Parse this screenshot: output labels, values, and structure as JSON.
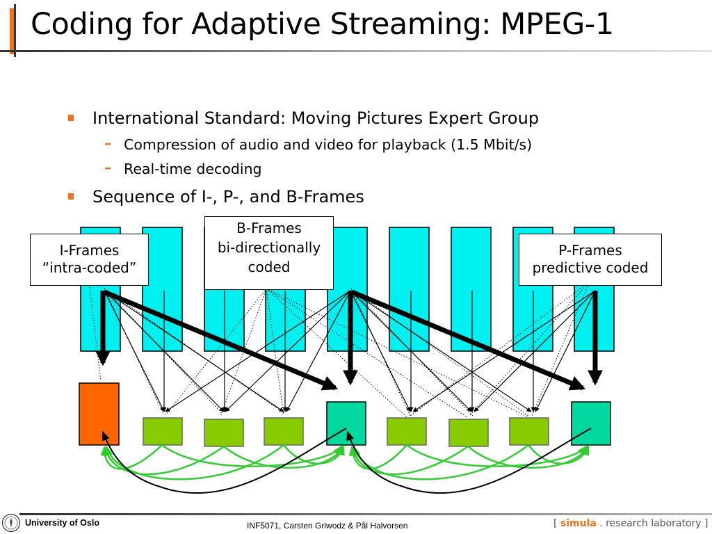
{
  "slide": {
    "title": "Coding for Adaptive Streaming: MPEG-1",
    "bullets": [
      {
        "text": "International Standard: Moving Pictures Expert Group",
        "sub": [
          "Compression of audio and video for playback (1.5 Mbit/s)",
          "Real-time decoding"
        ]
      },
      {
        "text": "Sequence of I-, P-, and B-Frames"
      }
    ]
  },
  "callouts": {
    "i_frames": [
      "I-Frames",
      "“intra-coded”"
    ],
    "b_frames": [
      "B-Frames",
      "bi-directionally",
      "coded"
    ],
    "p_frames": [
      "P-Frames",
      "predictive coded"
    ]
  },
  "footer": {
    "university": "University of Oslo",
    "course": "INF5071, Carsten Griwodz & Pål Halvorsen",
    "lab_open": "[ ",
    "lab_simula": "simula",
    "lab_rest": " . research laboratory ]"
  },
  "colors": {
    "accent": "#f07020",
    "source_frame": "#00f0f0",
    "i_frame": "#ff6600",
    "p_frame": "#00d8a0",
    "b_frame": "#88cc00",
    "green_arrow": "#33cc33"
  }
}
